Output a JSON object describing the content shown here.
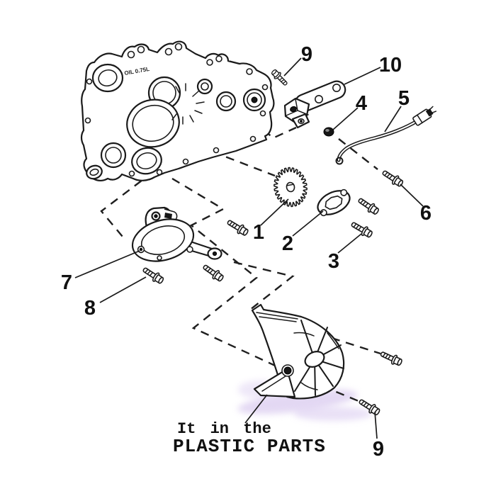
{
  "diagram": {
    "type": "exploded-parts-diagram",
    "case_marking": "OIL 0.75L",
    "note": {
      "line1": "It in the",
      "line2": "PLASTIC PARTS"
    },
    "labels": {
      "l1": "1",
      "l2": "2",
      "l3": "3",
      "l4": "4",
      "l5": "5",
      "l6": "6",
      "l7": "7",
      "l8": "8",
      "l9_top": "9",
      "l9_bottom": "9",
      "l10": "10"
    },
    "colors": {
      "line": "#1a1a1a",
      "watermark": "#cdb9ea",
      "background": "#ffffff"
    }
  }
}
